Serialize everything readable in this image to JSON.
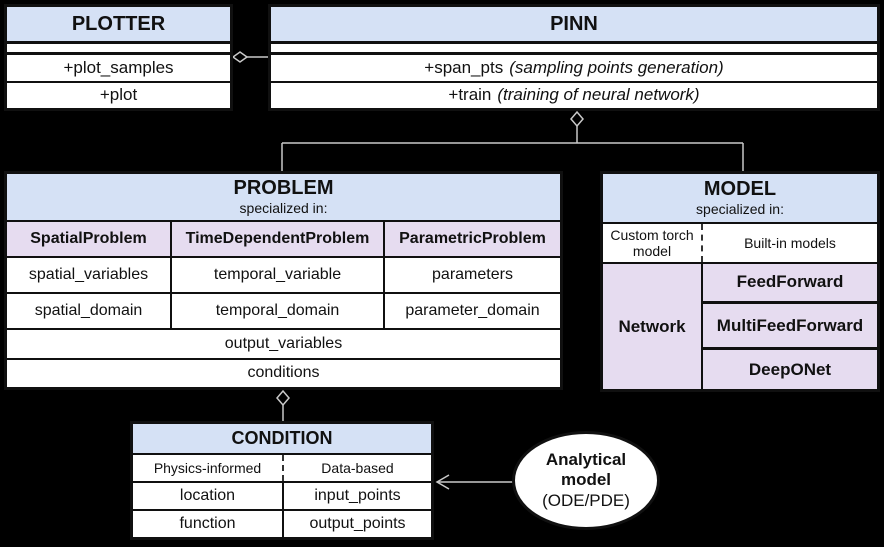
{
  "colors": {
    "header_blue": "#d5e1f5",
    "lavender": "#e6dcf0",
    "background": "#000000",
    "connector_gray": "#c9c9c9",
    "border_black": "#101010"
  },
  "plotter": {
    "title": "PLOTTER",
    "methods": [
      "+plot_samples",
      "+plot"
    ]
  },
  "pinn": {
    "title": "PINN",
    "methods": [
      {
        "name": "+span_pts",
        "note": "(sampling points generation)"
      },
      {
        "name": "+train",
        "note": "(training of neural network)"
      }
    ]
  },
  "problem": {
    "title": "PROBLEM",
    "subtitle": "specialized in:",
    "columns": [
      "SpatialProblem",
      "TimeDependentProblem",
      "ParametricProblem"
    ],
    "rows": [
      [
        "spatial_variables",
        "temporal_variable",
        "parameters"
      ],
      [
        "spatial_domain",
        "temporal_domain",
        "parameter_domain"
      ]
    ],
    "shared_rows": [
      "output_variables",
      "conditions"
    ]
  },
  "model": {
    "title": "MODEL",
    "subtitle": "specialized in:",
    "left_header": "Custom torch model",
    "right_header": "Built-in models",
    "left_cell": "Network",
    "right_cells": [
      "FeedForward",
      "MultiFeedForward",
      "DeepONet"
    ]
  },
  "condition": {
    "title": "CONDITION",
    "left_header": "Physics-informed",
    "right_header": "Data-based",
    "left_cells": [
      "location",
      "function"
    ],
    "right_cells": [
      "input_points",
      "output_points"
    ]
  },
  "analytical": {
    "line1": "Analytical",
    "line2": "model",
    "line3": "(ODE/PDE)"
  }
}
